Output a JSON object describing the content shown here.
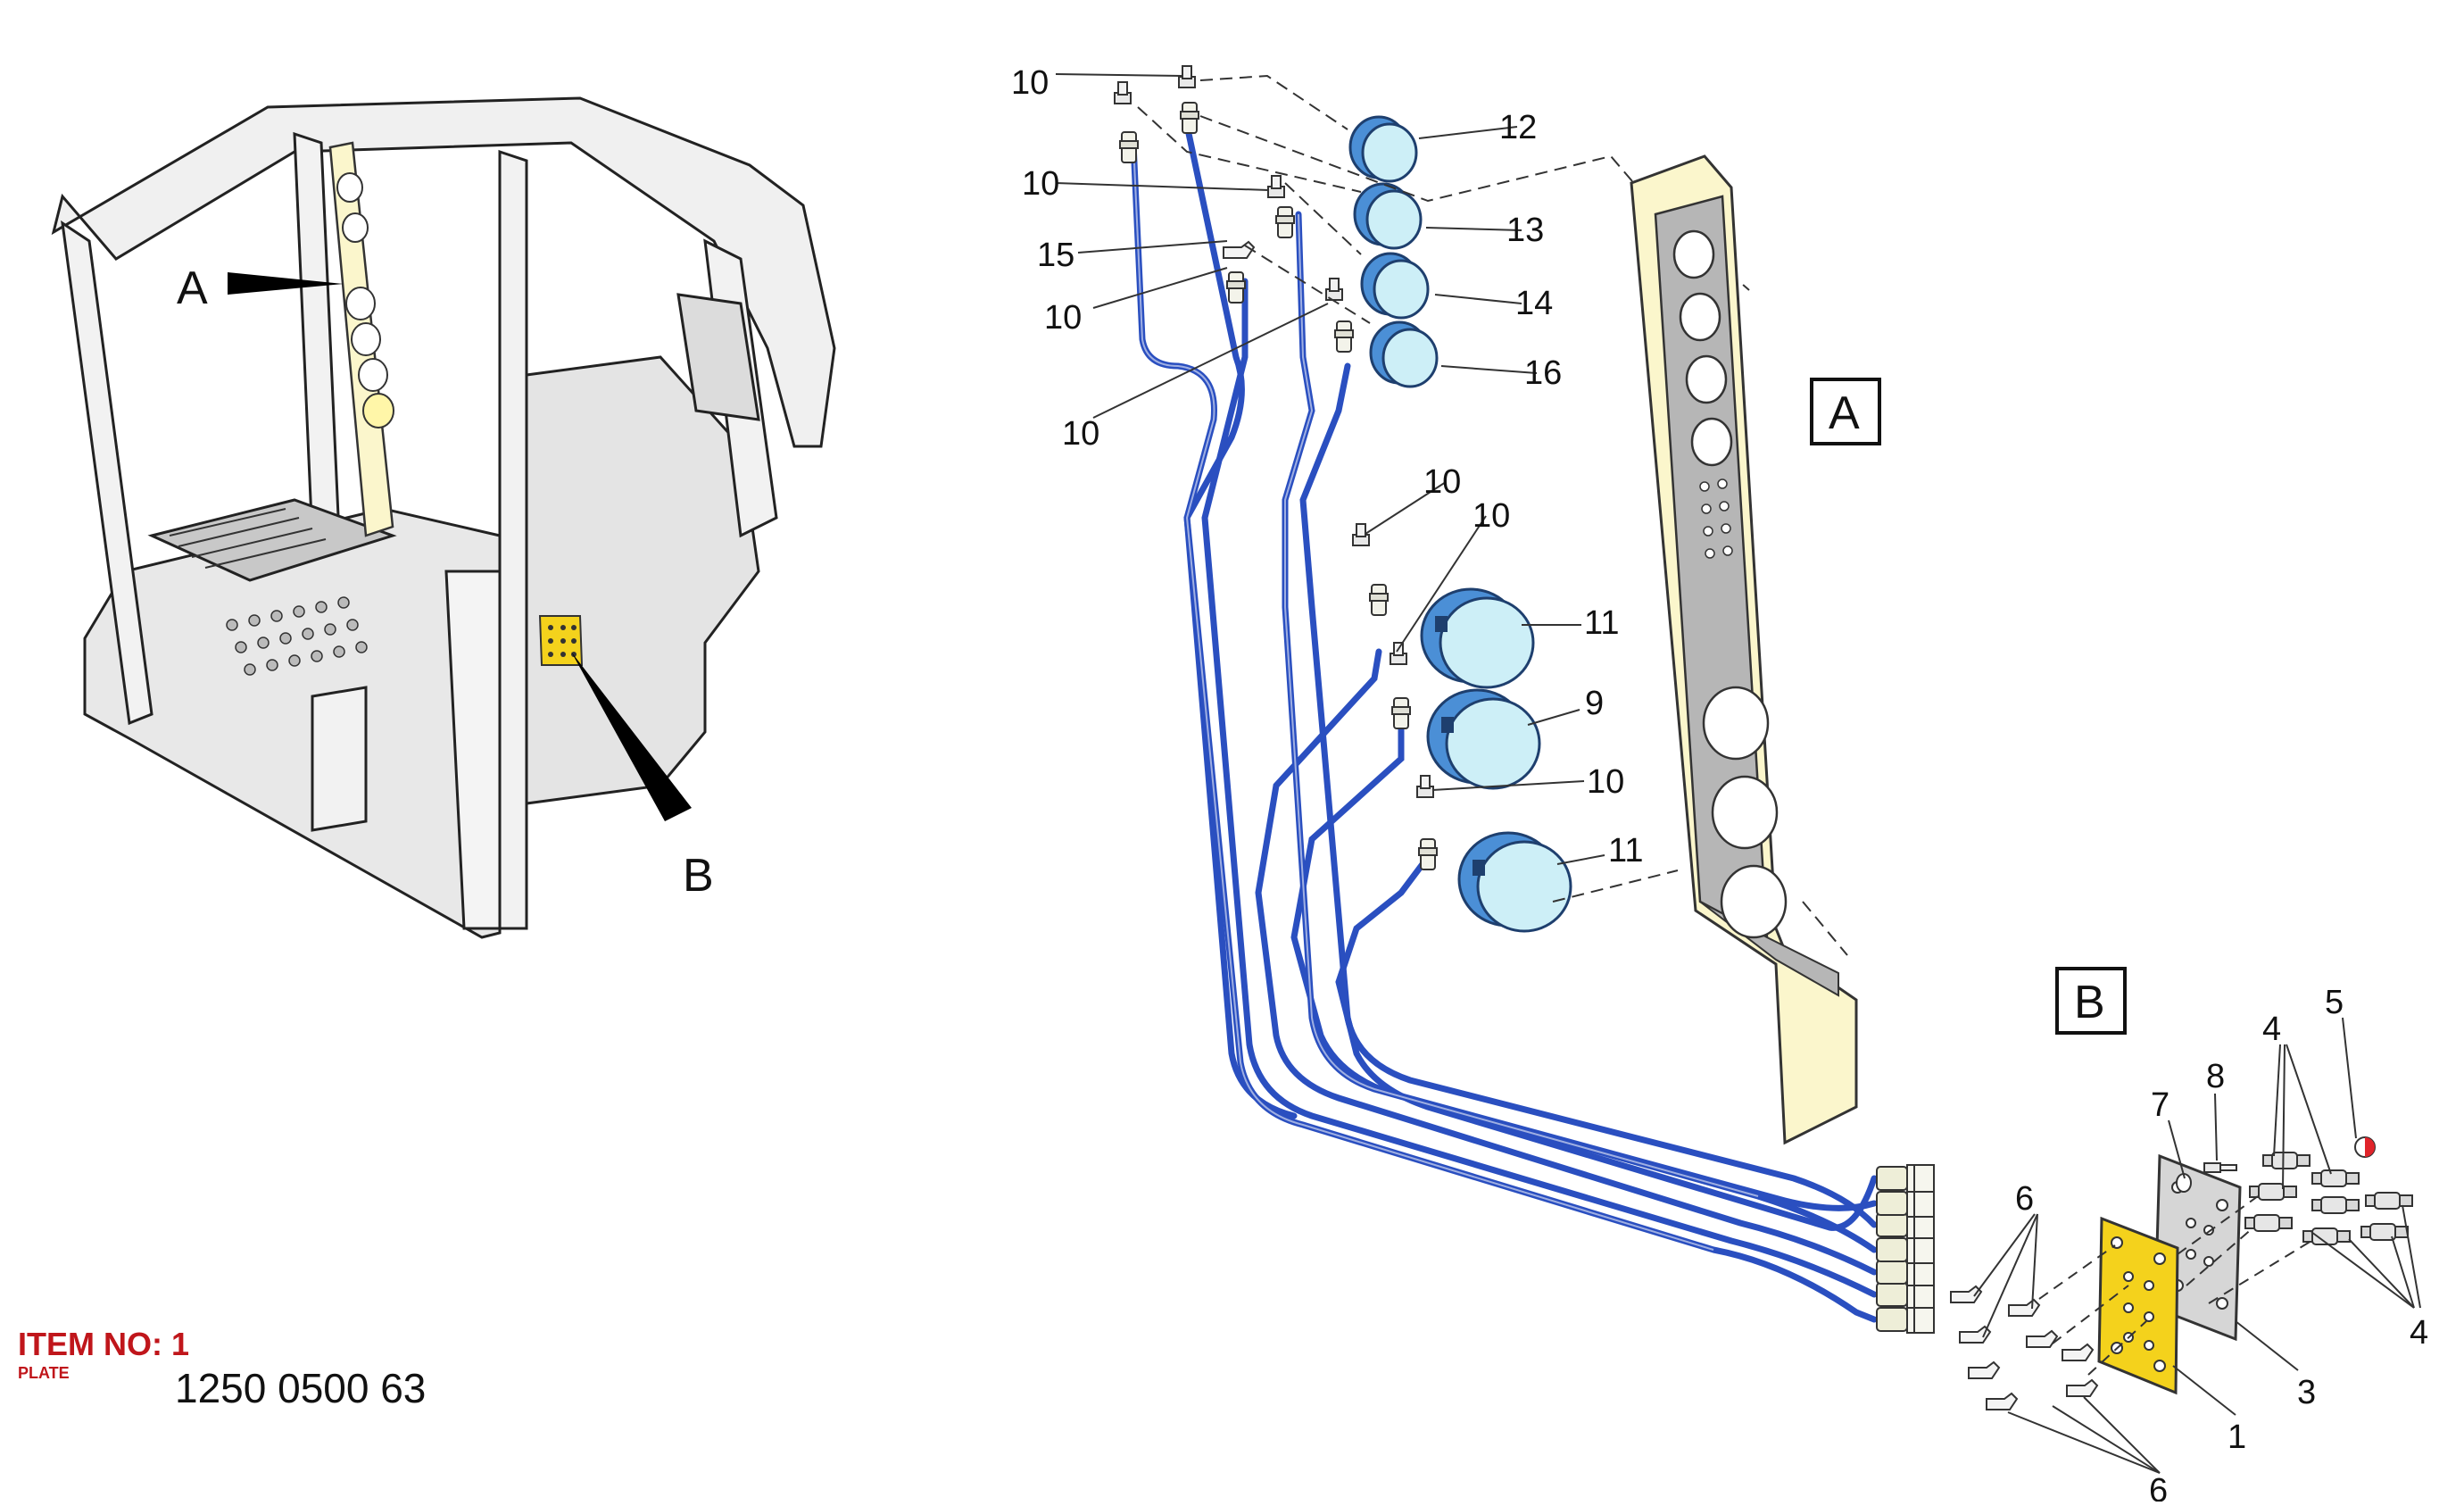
{
  "view_labels": {
    "a": "A",
    "b": "B"
  },
  "callouts": {
    "c10": "10",
    "c15": "15",
    "c12": "12",
    "c13": "13",
    "c14": "14",
    "c16": "16",
    "c11": "11",
    "c9": "9",
    "c1": "1",
    "c3": "3",
    "c4": "4",
    "c5": "5",
    "c6": "6",
    "c7": "7",
    "c8": "8"
  },
  "item": {
    "title": "ITEM NO: 1",
    "subtitle": "PLATE",
    "part_number": "1250 0500 63"
  },
  "colors": {
    "hose": "#2a4fc0",
    "gauge": "#4b8fd6",
    "gauge_face": "#cdeff7",
    "panel": "#fbf6cc",
    "plate": "#f4d21c",
    "frame_fill": "#eeeeee",
    "line": "#222222"
  }
}
